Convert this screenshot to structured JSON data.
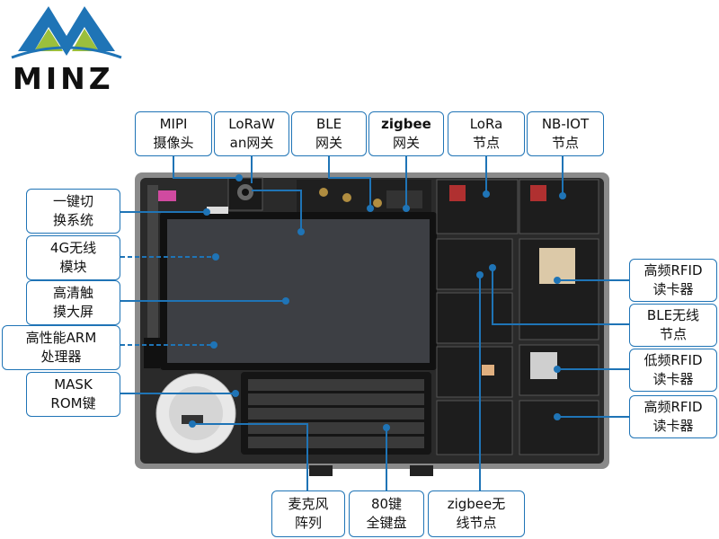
{
  "logo": {
    "text": "MINZ"
  },
  "labels": {
    "mipi": [
      "MIPI",
      "摄像头"
    ],
    "lorawan": [
      "LoRaW",
      "an网关"
    ],
    "ble_gw": [
      "BLE",
      "网关"
    ],
    "zigbee_gw": [
      "zigbee",
      "网关"
    ],
    "lora_node": [
      "LoRa",
      "节点"
    ],
    "nbiot": [
      "NB-IOT",
      "节点"
    ],
    "switch": [
      "一键切",
      "换系统"
    ],
    "g4": [
      "4G无线",
      "模块"
    ],
    "screen": [
      "高清触",
      "摸大屏"
    ],
    "arm": [
      "高性能ARM",
      "处理器"
    ],
    "mask": [
      "MASK",
      "ROM键"
    ],
    "hf_rfid_1": [
      "高频RFID",
      "读卡器"
    ],
    "ble_node": [
      "BLE无线",
      "节点"
    ],
    "lf_rfid": [
      "低频RFID",
      "读卡器"
    ],
    "hf_rfid_2": [
      "高频RFID",
      "读卡器"
    ],
    "mic": [
      "麦克风",
      "阵列"
    ],
    "keyboard": [
      "80键",
      "全键盘"
    ],
    "zigbee_node": [
      "zigbee无",
      "线节点"
    ]
  },
  "colors": {
    "accent": "#1f74b6",
    "logo_blue": "#1f74b6",
    "logo_green": "#9bbf3c",
    "board": "#2b2b2b"
  }
}
